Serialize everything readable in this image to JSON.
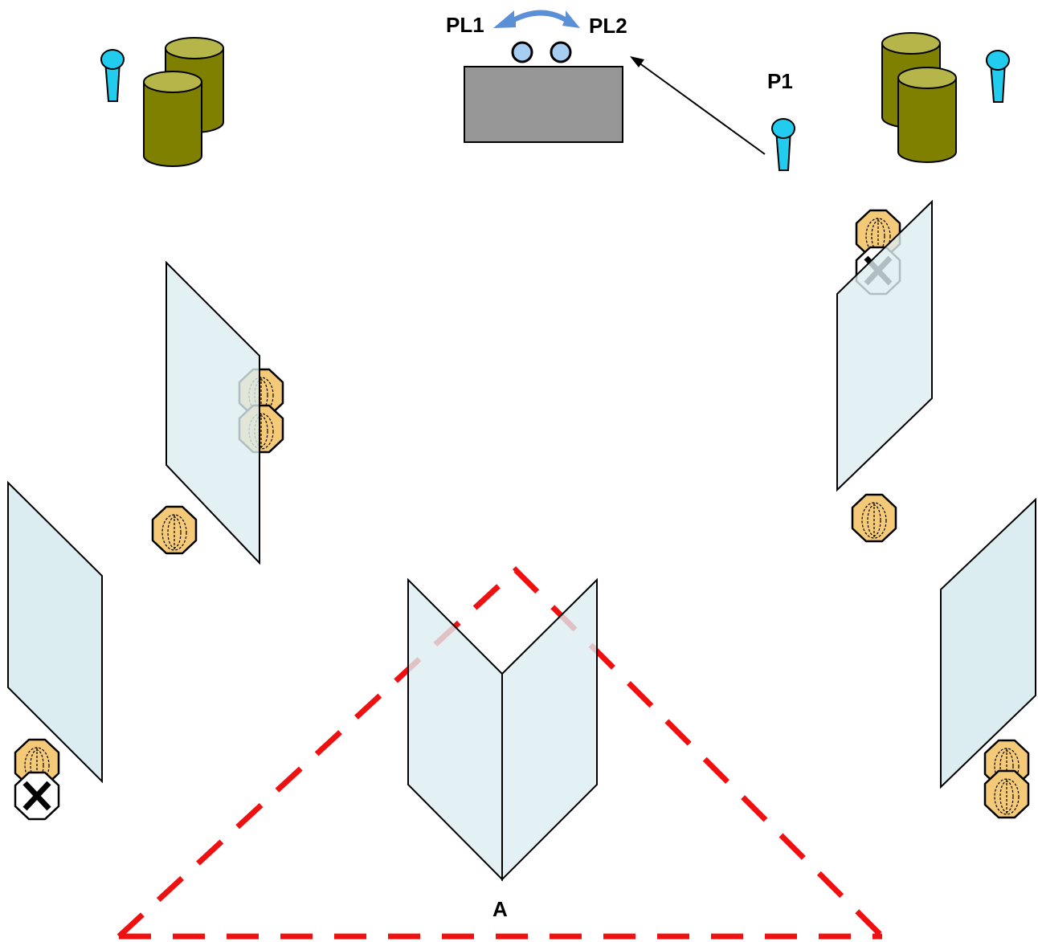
{
  "labels": {
    "pl1": "PL1",
    "pl2": "PL2",
    "p1": "P1",
    "a": "A"
  },
  "legend_icons": {
    "target": "paper-target-icon",
    "no_shoot": "no-shoot-target-icon",
    "barrel": "barrel-icon",
    "popper": "popper-icon",
    "wall": "wall-panel",
    "table": "table-icon",
    "plate": "plate-icon",
    "fault_line": "fault-line-icon"
  },
  "colors": {
    "fault_line": "#ee1111",
    "wall_fill": "#dcedf1",
    "table_fill": "#969696",
    "barrel_fill": "#808000",
    "barrel_top": "#b5b54a",
    "target_fill": "#f4c978",
    "popper_fill": "#22ccee",
    "plate_fill": "#a8cdf2",
    "swing_arrow": "#5b8fd6"
  }
}
